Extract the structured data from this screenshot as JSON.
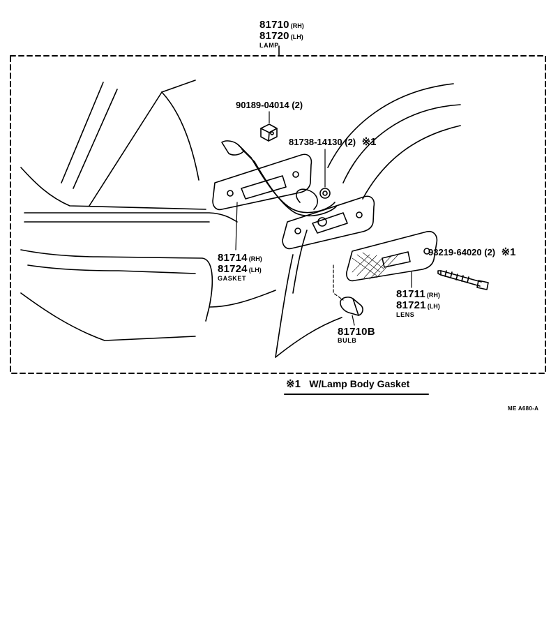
{
  "lamp": {
    "pn_rh": "81710",
    "rh": "(RH)",
    "pn_lh": "81720",
    "lh": "(LH)",
    "name": "LAMP"
  },
  "nut": {
    "pn": "90189-04014 (2)"
  },
  "grommet": {
    "pn": "81738-14130 (2)",
    "mark": "※1"
  },
  "gasket": {
    "pn_rh": "81714",
    "rh": "(RH)",
    "pn_lh": "81724",
    "lh": "(LH)",
    "name": "GASKET"
  },
  "screw": {
    "pn": "93219-64020 (2)",
    "mark": "※1"
  },
  "lens": {
    "pn_rh": "81711",
    "rh": "(RH)",
    "pn_lh": "81721",
    "lh": "(LH)",
    "name": "LENS"
  },
  "bulb": {
    "pn": "81710B",
    "name": "BULB"
  },
  "footnote": {
    "mark": "※1",
    "text": "W/Lamp Body Gasket"
  },
  "drawing_code": "ME  A680-A"
}
